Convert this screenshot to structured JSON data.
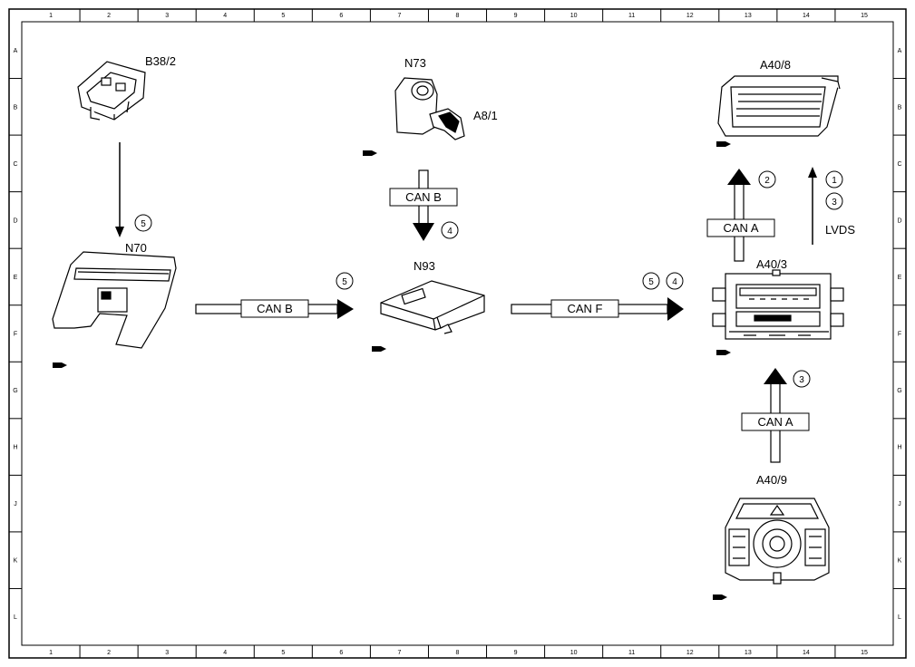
{
  "grid": {
    "columns": [
      "1",
      "2",
      "3",
      "4",
      "5",
      "6",
      "7",
      "8",
      "9",
      "10",
      "11",
      "12",
      "13",
      "14",
      "15"
    ],
    "rows": [
      "A",
      "B",
      "C",
      "D",
      "E",
      "F",
      "G",
      "H",
      "J",
      "K",
      "L"
    ]
  },
  "components": {
    "b38_2": "B38/2",
    "n70": "N70",
    "n73": "N73",
    "a8_1": "A8/1",
    "n93": "N93",
    "a40_8": "A40/8",
    "a40_3": "A40/3",
    "a40_9": "A40/9"
  },
  "links": {
    "n70_to_n93": "CAN B",
    "n73_to_n93": "CAN B",
    "n93_to_a40_3": "CAN F",
    "a40_3_to_a40_8": "CAN A",
    "a40_9_to_a40_3": "CAN A",
    "lvds": "LVDS"
  },
  "callouts": {
    "b38_to_n70": "5",
    "n70_to_n93": "5",
    "n73_to_n93": "4",
    "n93_to_a40_3_a": "5",
    "n93_to_a40_3_b": "4",
    "can_a_up": "2",
    "lvds_a": "1",
    "lvds_b": "3",
    "a40_9_up": "3"
  },
  "colors": {
    "line": "#000000",
    "background": "#ffffff"
  }
}
